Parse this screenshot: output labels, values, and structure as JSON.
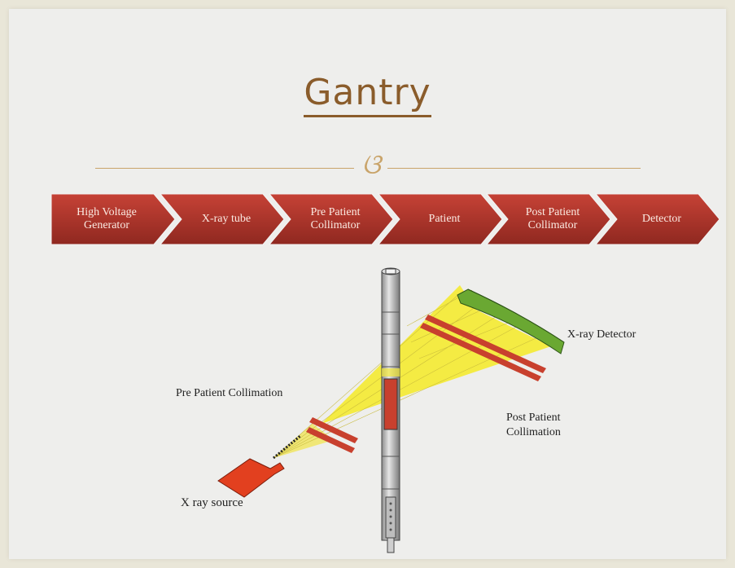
{
  "title": "Gantry",
  "ornament_icon": "decorative-flourish-icon",
  "flow_steps": [
    {
      "label": "High Voltage Generator"
    },
    {
      "label": "X-ray tube"
    },
    {
      "label": "Pre Patient Collimator"
    },
    {
      "label": "Patient"
    },
    {
      "label": "Post Patient Collimator"
    },
    {
      "label": "Detector"
    }
  ],
  "diagram_labels": {
    "detector": "X-ray Detector",
    "pre_collimation": "Pre Patient Collimation",
    "post_collimation": "Post Patient Collimation",
    "source": "X ray source"
  },
  "colors": {
    "chevron": "#b8352b",
    "title": "#8a5c2b",
    "beam": "#f2e630",
    "detector": "#6aa832",
    "collimator": "#c8402e",
    "source": "#e2401f"
  }
}
